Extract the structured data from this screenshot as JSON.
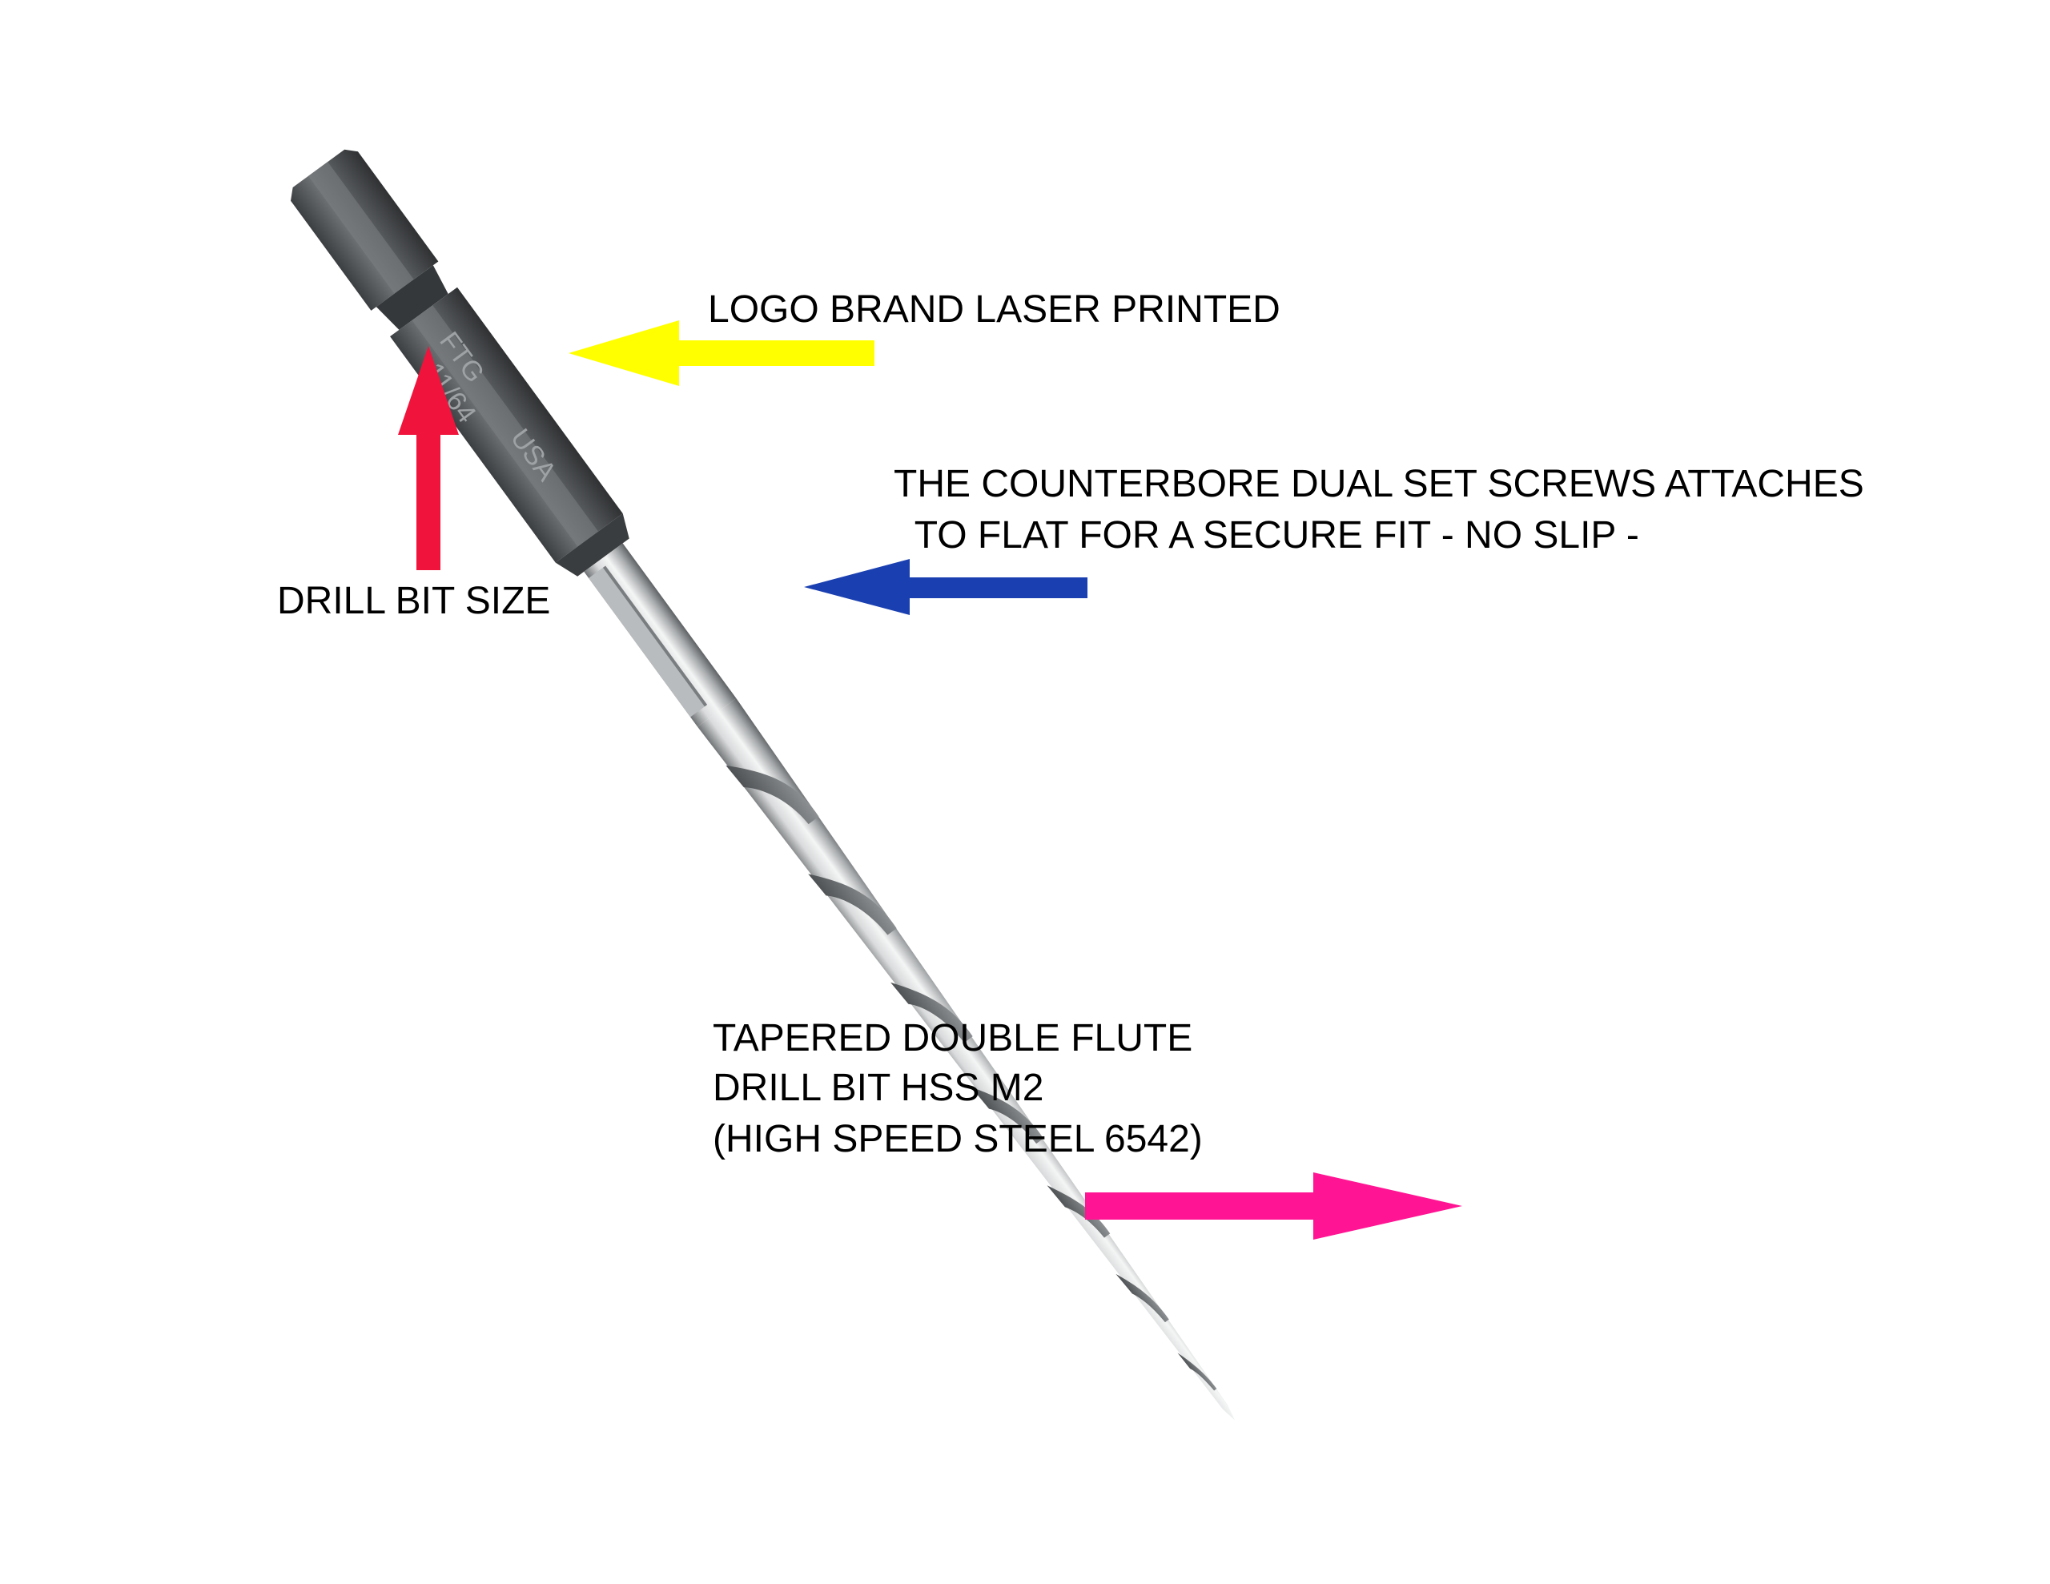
{
  "colors": {
    "background": "#ffffff",
    "text": "#000000",
    "logo_arrow": "#ffff00",
    "size_arrow": "#f0143c",
    "flat_arrow": "#1a3fb0",
    "flute_arrow": "#ff1493",
    "hex_shank": "#5a5d60",
    "steel": "#c8cacc"
  },
  "shank_engraving": {
    "brand": "FTG",
    "origin": "USA",
    "size": "11/64"
  },
  "callouts": {
    "logo": "LOGO BRAND LASER PRINTED",
    "size": "DRILL BIT SIZE",
    "counterbore_line1": "THE COUNTERBORE DUAL SET SCREWS ATTACHES",
    "counterbore_line2": "  TO FLAT FOR A SECURE FIT - NO SLIP -",
    "taper_line1": "TAPERED DOUBLE FLUTE",
    "taper_line2": "DRILL BIT HSS M2",
    "taper_line3": "(HIGH SPEED STEEL 6542)"
  },
  "icons": {
    "logo_arrow": "arrow-left-icon",
    "size_arrow": "arrow-up-icon",
    "flat_arrow": "arrow-left-icon",
    "flute_arrow": "arrow-right-icon"
  }
}
